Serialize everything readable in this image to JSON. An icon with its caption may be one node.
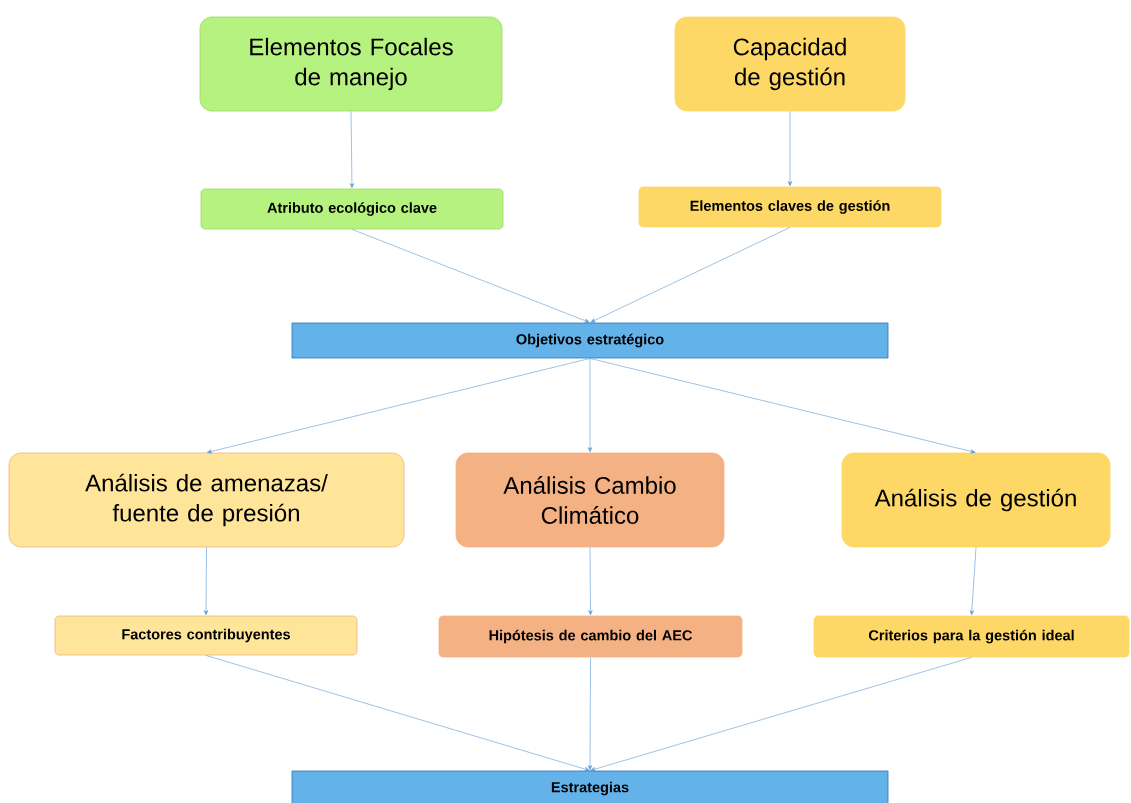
{
  "diagram": {
    "nodes": [
      {
        "text": [
          "Elementos Focales de manejo"
        ]
      },
      {
        "text": [
          "Capacidad de gestión"
        ]
      },
      {
        "text": [
          "Atributo ecológico clave"
        ]
      },
      {
        "text": [
          "Elementos claves de gestión"
        ]
      },
      {
        "text": [
          "Objetivos estratégico"
        ]
      },
      {
        "text": [
          "Análisis de amenazas/ fuente de presión"
        ]
      },
      {
        "text": [
          "Análisis Cambio Climático"
        ]
      },
      {
        "text": [
          "Análisis de gestión"
        ]
      },
      {
        "text": [
          "Factores contribuyentes"
        ]
      },
      {
        "text": [
          "Hipótesis de cambio del AEC"
        ]
      },
      {
        "text": [
          "Criterios para la gestión ideal"
        ]
      },
      {
        "text": [
          "Estrategias"
        ]
      }
    ],
    "edges": [
      {
        "from": 0,
        "to": 2,
        "arrow": "to"
      },
      {
        "from": 1,
        "to": 3,
        "arrow": "to"
      },
      {
        "from": 2,
        "to": 4,
        "arrow": "to"
      },
      {
        "from": 3,
        "to": 4,
        "arrow": "to"
      },
      {
        "from": 4,
        "to": 5,
        "arrow": "to"
      },
      {
        "from": 4,
        "to": 6,
        "arrow": "to"
      },
      {
        "from": 4,
        "to": 7,
        "arrow": "to"
      },
      {
        "from": 5,
        "to": 8,
        "arrow": "to"
      },
      {
        "from": 6,
        "to": 9,
        "arrow": "to"
      },
      {
        "from": 7,
        "to": 10,
        "arrow": "to"
      },
      {
        "from": 8,
        "to": 11,
        "arrow": "to"
      },
      {
        "from": 9,
        "to": 11,
        "arrow": "to"
      },
      {
        "from": 10,
        "to": 11,
        "arrow": "to"
      }
    ]
  }
}
